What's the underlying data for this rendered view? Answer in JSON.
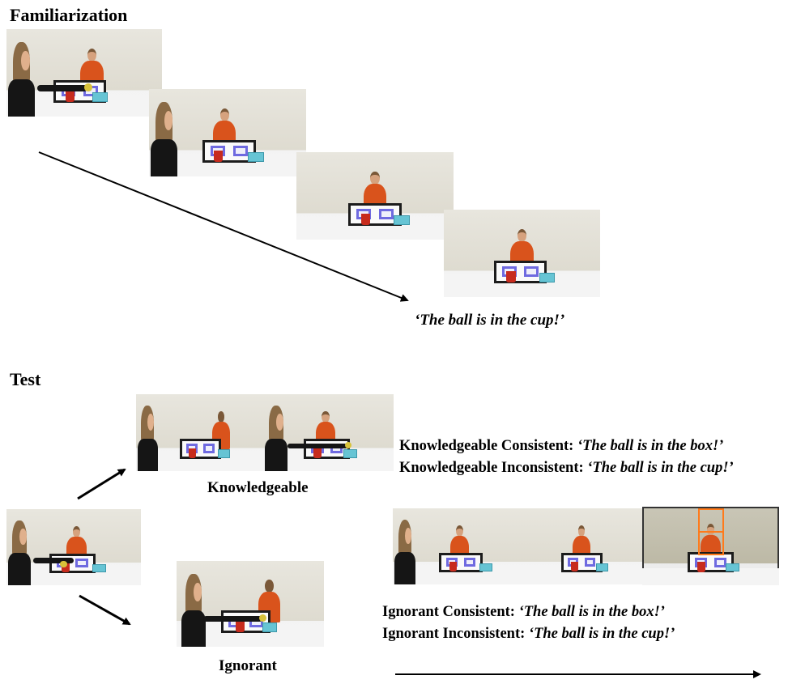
{
  "familiarization": {
    "heading": "Familiarization",
    "quote": "‘The ball is in the cup!’"
  },
  "test": {
    "heading": "Test",
    "knowledgeable_label": "Knowledgeable",
    "ignorant_label": "Ignorant",
    "knowledgeable_consistent_label": "Knowledgeable Consistent:",
    "knowledgeable_consistent_quote": "‘The ball is in the box!’",
    "knowledgeable_inconsistent_label": "Knowledgeable Inconsistent:",
    "knowledgeable_inconsistent_quote": "‘The ball is in the cup!’",
    "ignorant_consistent_label": "Ignorant Consistent:",
    "ignorant_consistent_quote": "‘The ball is in the box!’",
    "ignorant_inconsistent_label": "Ignorant Inconsistent:",
    "ignorant_inconsistent_quote": "‘The ball is in the cup!’"
  },
  "colors": {
    "shirt": "#d9531c",
    "cup": "#c72b1d",
    "box": "#66c4d4",
    "screen_windows": "#6f6ae0",
    "highlight_frame": "#ff7a1a"
  }
}
